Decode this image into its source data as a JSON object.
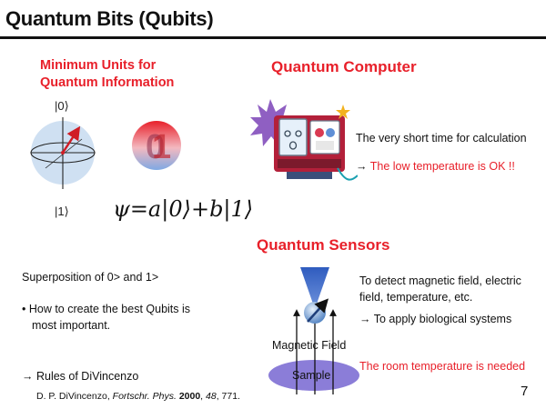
{
  "slide": {
    "title": "Quantum Bits (Qubits)",
    "page_number": "7"
  },
  "left": {
    "heading_line1": "Minimum Units for",
    "heading_line2": "Quantum Information",
    "ket0": "|0⟩",
    "ket1": "|1⟩",
    "wavefunction": "ψ=a|0⟩+b|1⟩",
    "superposition": "Superposition of 0> and 1>",
    "bullet_line1": "• How to create the best Qubits is",
    "bullet_line2": "most important.",
    "rules": "→ Rules of DiVincenzo",
    "citation_authors": "D. P. DiVincenzo, ",
    "citation_journal": "Fortschr. Phys.",
    "citation_year": "2000",
    "citation_volume": "48",
    "citation_pages": ", 771."
  },
  "quantum_computer": {
    "heading": "Quantum Computer",
    "line1": "The very short time for calculation",
    "line2_prefix": "→ ",
    "line2_red": "The low temperature is OK !!"
  },
  "quantum_sensors": {
    "heading": "Quantum Sensors",
    "line1": "To detect magnetic field, electric field, temperature, etc.",
    "line2": "→ To apply biological systems",
    "line3": "The room temperature is needed",
    "magnetic_field_label": "Magnetic Field",
    "sample_label": "Sample"
  },
  "colors": {
    "accent_red": "#e8202a",
    "sphere_fill": "#cfe0f2",
    "sample_purple": "#8b7dd8",
    "tip_blue": "#3b67c4"
  }
}
